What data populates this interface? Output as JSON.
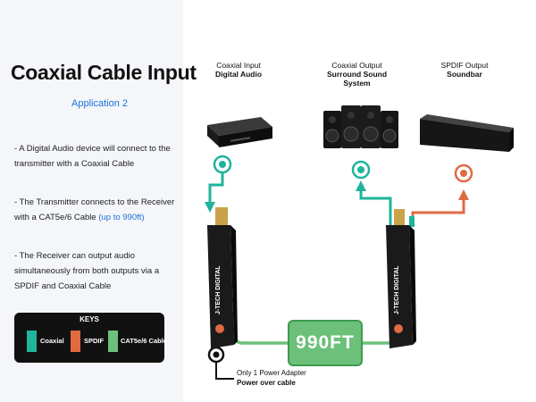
{
  "left": {
    "title": "Coaxial Cable Input",
    "subtitle": "Application 2",
    "bullets": [
      {
        "text": "- A Digital Audio device will connect to the transmitter with a Coaxial Cable",
        "highlight": ""
      },
      {
        "text": "- The Transmitter connects to the Receiver with a CAT5e/6 Cable ",
        "highlight": "(up to 990ft)"
      },
      {
        "text": "- The Receiver can output audio simultaneously from both outputs via a SPDIF and Coaxial Cable",
        "highlight": ""
      }
    ],
    "keys": {
      "title": "KEYS",
      "items": [
        {
          "label": "Coaxial",
          "color": "#1fb49b"
        },
        {
          "label": "SPDIF",
          "color": "#e06a42"
        },
        {
          "label": "CAT5e/6 Cable",
          "color": "#6cc079"
        }
      ]
    }
  },
  "columns": [
    {
      "line1": "Coaxial Input",
      "line2": "Digital Audio",
      "line3": ""
    },
    {
      "line1": "Coaxial Output",
      "line2": "Surround Sound",
      "line3": "System"
    },
    {
      "line1": "SPDIF Output",
      "line2": "Soundbar",
      "line3": ""
    }
  ],
  "devices": {
    "brand": "J-TECH DIGITAL",
    "icons": [
      "dvd-player-icon",
      "speakers-icon",
      "soundbar-icon",
      "transmitter-icon",
      "receiver-icon"
    ]
  },
  "distance_badge": "990FT",
  "power": {
    "line1": "Only 1 Power Adapter",
    "line2": "Power over cable"
  },
  "colors": {
    "coaxial": "#1fb49b",
    "spdif": "#e06a42",
    "cat": "#6cc079",
    "highlight": "#1e6fd9"
  }
}
